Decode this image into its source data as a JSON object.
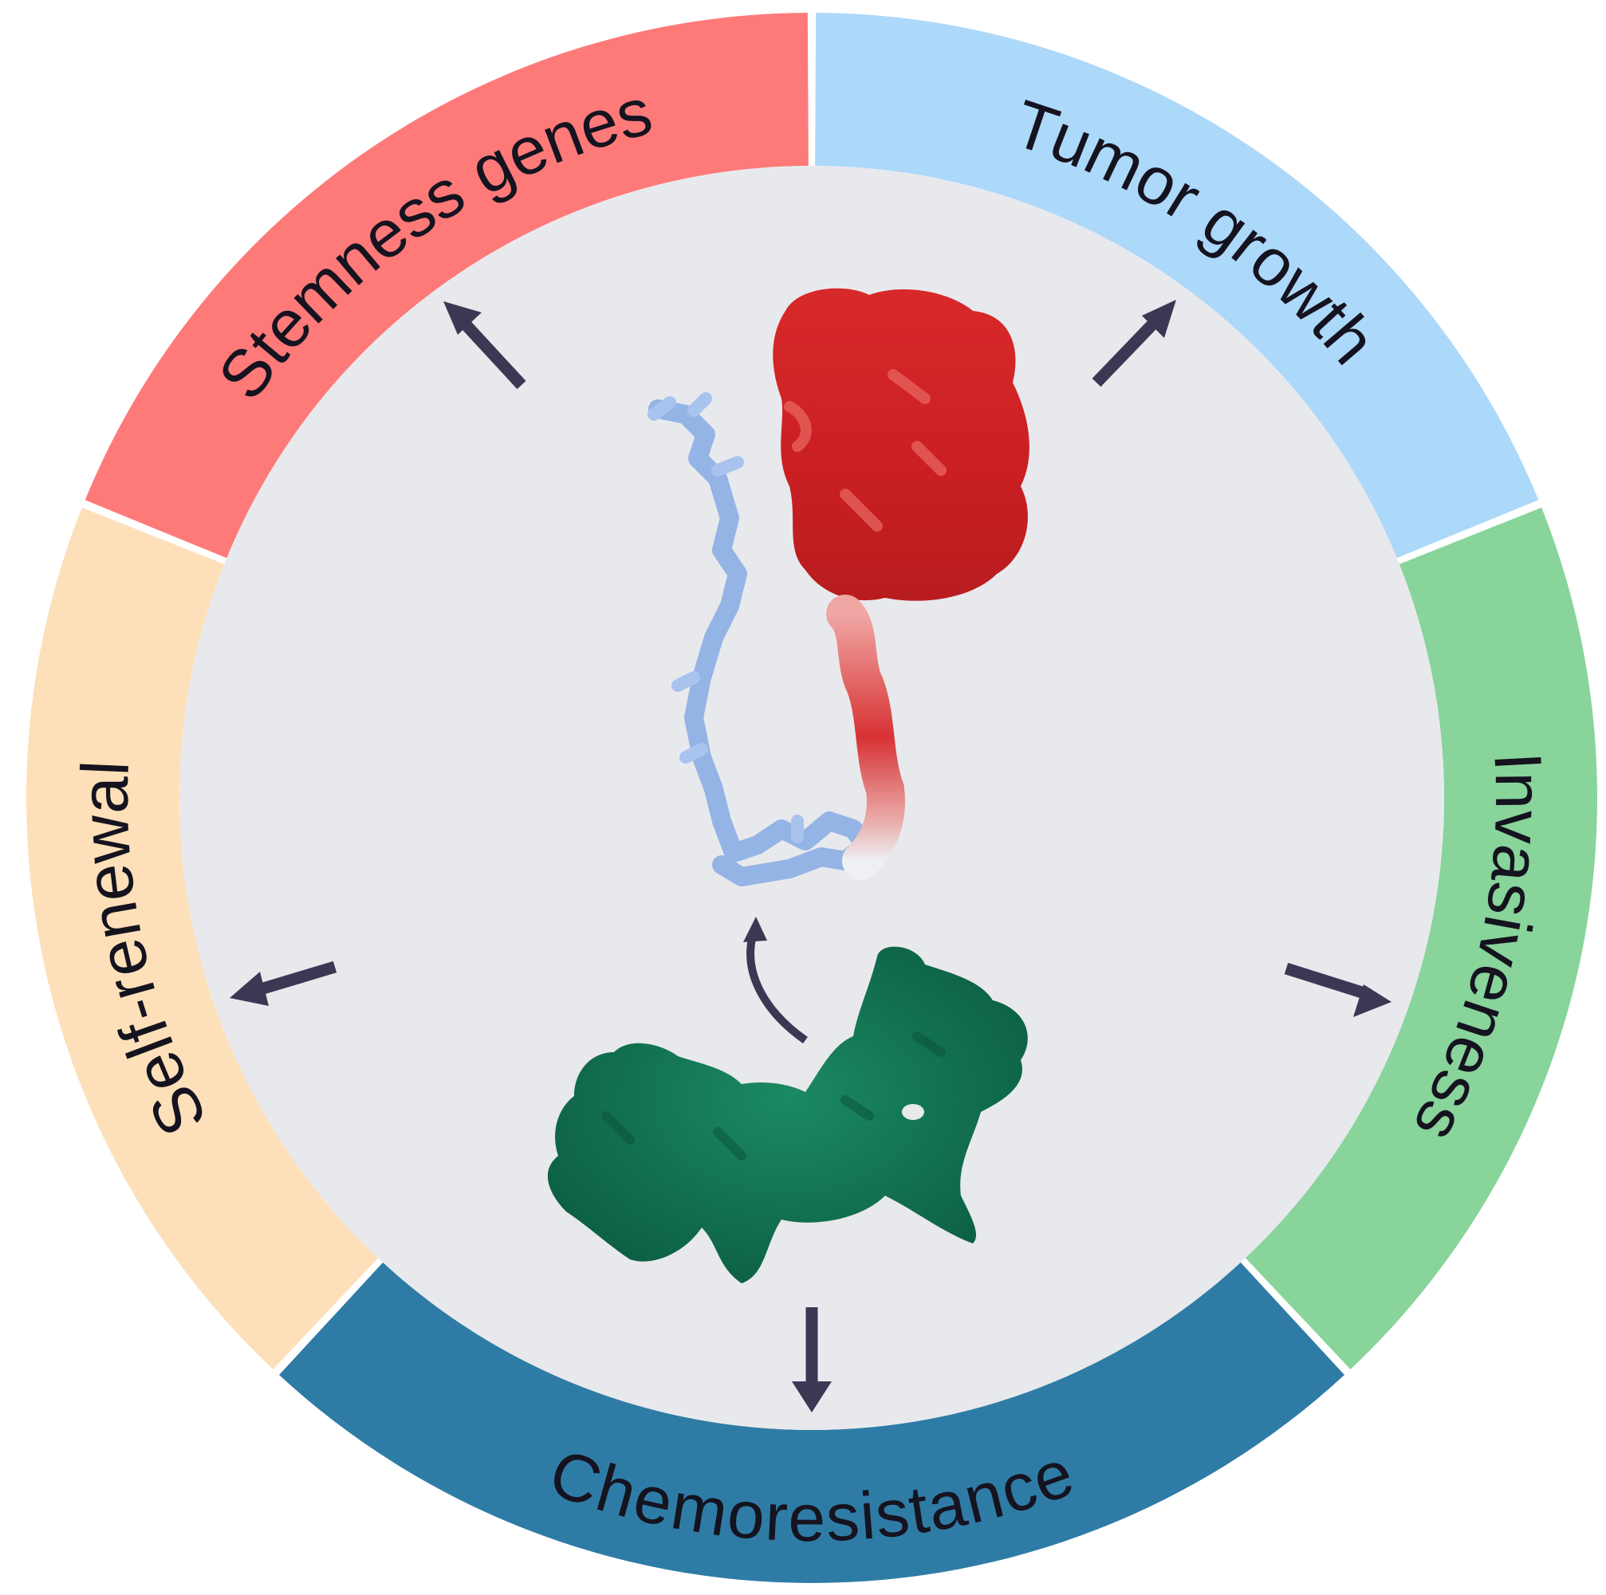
{
  "segments": [
    {
      "id": "stemness",
      "label": "Stemness genes",
      "color": "#fd7a79"
    },
    {
      "id": "tumor",
      "label": "Tumor growth",
      "color": "#acd8fa"
    },
    {
      "id": "invasive",
      "label": "Invasiveness",
      "color": "#88d49b"
    },
    {
      "id": "chemo",
      "label": "Chemoresistance",
      "color": "#2e7ca6"
    },
    {
      "id": "selfrenew",
      "label": "Self-renewal",
      "color": "#fde0b9"
    }
  ],
  "colors": {
    "inner_disc": "#e8e9ed",
    "arrow": "#3d3754",
    "red_protein": "#d32a2b",
    "blue_protein": "#94b4e6",
    "green_protein": "#127a56"
  }
}
